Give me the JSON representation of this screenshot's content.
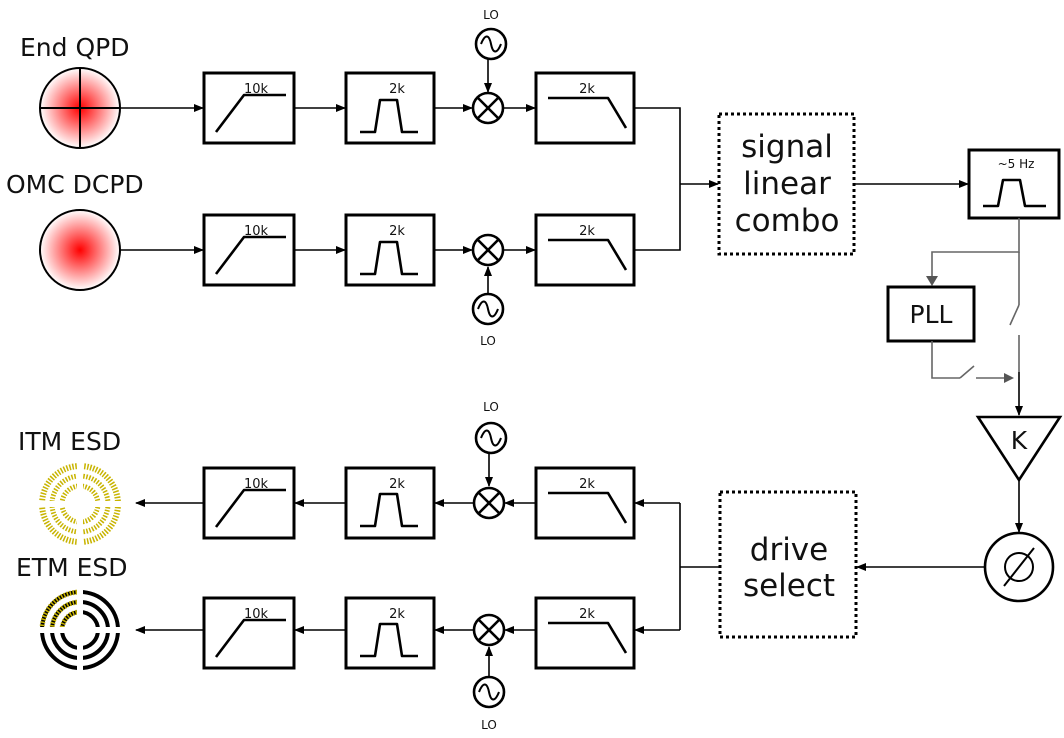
{
  "inputs": {
    "end_qpd": "End QPD",
    "omc_dcpd": "OMC DCPD"
  },
  "outputs": {
    "itm_esd": "ITM ESD",
    "etm_esd": "ETM ESD"
  },
  "filters": {
    "highpass": "10k",
    "bandpass": "2k",
    "lowpass": "2k",
    "narrow_bandpass": "~5 Hz"
  },
  "oscillator": {
    "label": "LO"
  },
  "combiner": {
    "line1": "signal",
    "line2": "linear",
    "line3": "combo"
  },
  "pll": {
    "label": "PLL"
  },
  "gain": {
    "label": "K"
  },
  "selector": {
    "line1": "drive",
    "line2": "select"
  },
  "colors": {
    "photodiode": "#ff0000",
    "esd_electrode": "#c8b400",
    "esd_ring": "#000000"
  }
}
